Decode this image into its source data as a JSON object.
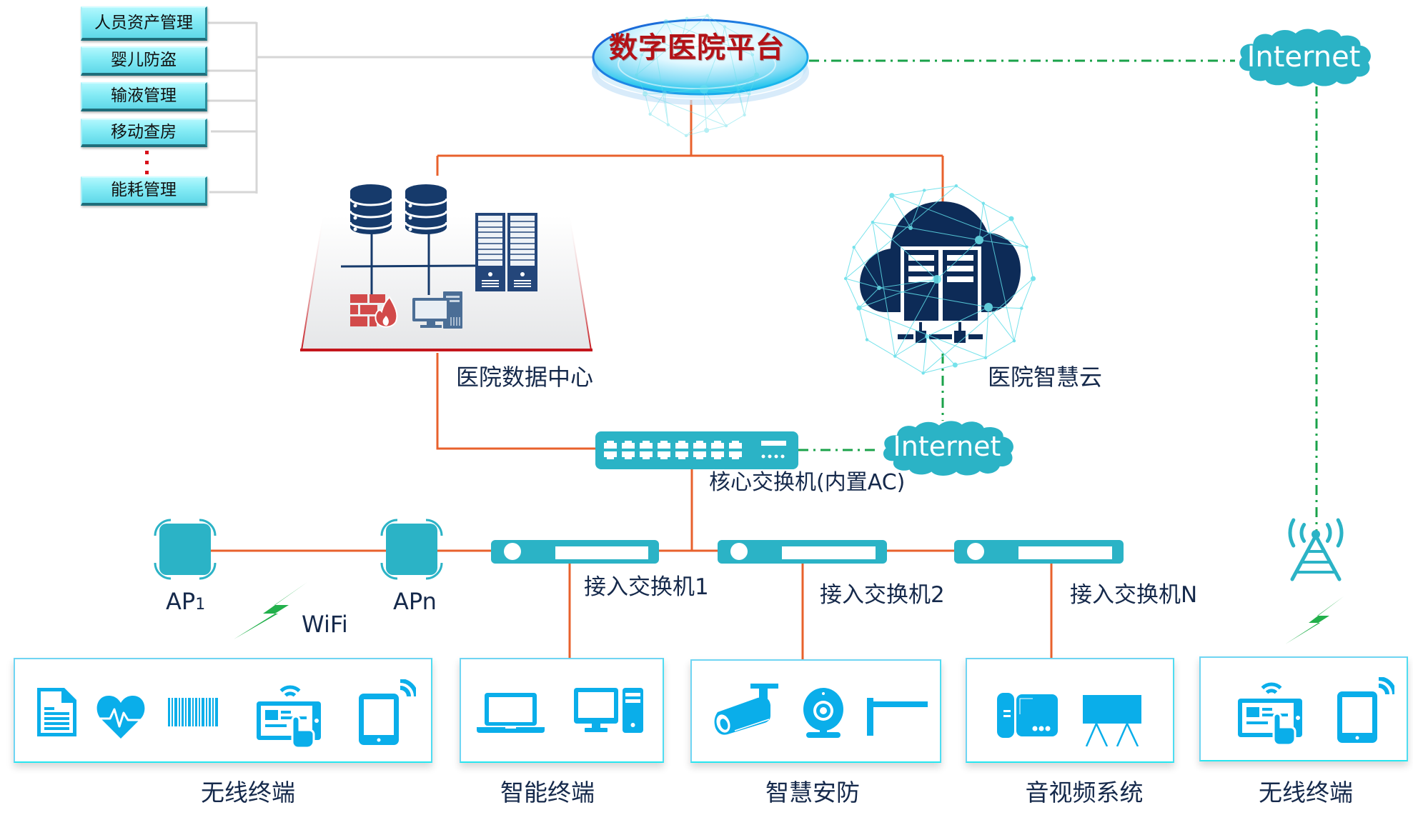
{
  "platform": {
    "title": "数字医院平台"
  },
  "applications": [
    {
      "label": "人员资产管理"
    },
    {
      "label": "婴儿防盗"
    },
    {
      "label": "输液管理"
    },
    {
      "label": "移动查房"
    },
    {
      "label": "能耗管理"
    }
  ],
  "data_center": {
    "label": "医院数据中心",
    "components": [
      "database",
      "database",
      "server-rack",
      "server-rack",
      "firewall",
      "workstation"
    ]
  },
  "smart_cloud": {
    "label": "医院智慧云"
  },
  "internet": [
    {
      "label": "Internet"
    },
    {
      "label": "Internet"
    }
  ],
  "core_switch": {
    "label": "核心交换机(内置AC)",
    "ports": 8
  },
  "access_switches": [
    {
      "label": "接入交换机1"
    },
    {
      "label": "接入交换机2"
    },
    {
      "label": "接入交换机N"
    }
  ],
  "access_points": [
    {
      "label": "AP",
      "subscript": "1"
    },
    {
      "label": "APn"
    }
  ],
  "wireless": {
    "label": "WiFi"
  },
  "terminal_groups": [
    {
      "label": "无线终端",
      "devices": [
        "document",
        "heart-rate-monitor",
        "barcode",
        "touch-tablet",
        "mobile-phone"
      ]
    },
    {
      "label": "智能终端",
      "devices": [
        "laptop",
        "desktop-computer"
      ]
    },
    {
      "label": "智慧安防",
      "devices": [
        "cctv-camera",
        "webcam",
        "barrier-gate"
      ]
    },
    {
      "label": "音视频系统",
      "devices": [
        "av-conference-terminal",
        "projector-screen"
      ]
    },
    {
      "label": "无线终端",
      "devices": [
        "touch-tablet",
        "mobile-phone"
      ]
    }
  ],
  "colors": {
    "wired_link": "#e8612c",
    "internet_link": "#1aa24a",
    "app_bracket": "#d6d6d6",
    "device_teal": "#2bb3c6",
    "terminal_icon": "#0aaeea",
    "cloud_navy": "#0d2b57",
    "title_red": "#b31217",
    "data_center_edge": "#c4161c",
    "firewall_red": "#d24a4a",
    "label_text": "#15294b"
  }
}
